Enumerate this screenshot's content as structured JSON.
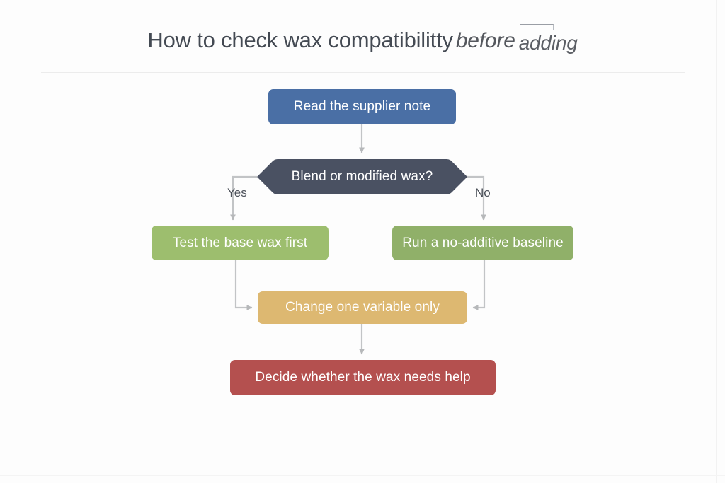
{
  "page": {
    "background_color": "#fdfdfd"
  },
  "header": {
    "title_plain": "How to check wax compatibilitty",
    "title_emphasis_1": "before",
    "title_emphasis_2": "adding",
    "title_full": "How to check wax compatibilitty before adding",
    "rule_color": "#ececec"
  },
  "chart_data": {
    "type": "diagram",
    "diagram_kind": "flowchart",
    "title": "How to check wax compatibilitty before adding",
    "orientation": "top-to-bottom",
    "nodes": [
      {
        "id": "read",
        "label": "Read the supplier note",
        "shape": "rounded-rectangle",
        "color": "#4a6fa5",
        "text_color": "#ffffff"
      },
      {
        "id": "blend",
        "label": "Blend or modified wax?",
        "shape": "hexagon",
        "color": "#4a5162",
        "text_color": "#ffffff"
      },
      {
        "id": "test",
        "label": "Test the base wax first",
        "shape": "rounded-rectangle",
        "color": "#9dbe6e",
        "text_color": "#ffffff"
      },
      {
        "id": "run",
        "label": "Run a no-additive baseline",
        "shape": "rounded-rectangle",
        "color": "#90b069",
        "text_color": "#ffffff"
      },
      {
        "id": "change",
        "label": "Change one variable only",
        "shape": "rounded-rectangle",
        "color": "#ddb871",
        "text_color": "#ffffff"
      },
      {
        "id": "decide",
        "label": "Decide whether the wax needs help",
        "shape": "rounded-rectangle",
        "color": "#b4504f",
        "text_color": "#ffffff"
      }
    ],
    "edges": [
      {
        "from": "read",
        "to": "blend",
        "label": "",
        "style": "straight-arrow"
      },
      {
        "from": "blend",
        "to": "test",
        "label": "Yes",
        "style": "elbow-arrow"
      },
      {
        "from": "blend",
        "to": "run",
        "label": "No",
        "style": "elbow-arrow"
      },
      {
        "from": "test",
        "to": "change",
        "label": "",
        "style": "elbow-arrow"
      },
      {
        "from": "run",
        "to": "change",
        "label": "",
        "style": "elbow-arrow"
      },
      {
        "from": "change",
        "to": "decide",
        "label": "",
        "style": "straight-arrow"
      }
    ],
    "edge_labels": {
      "yes": "Yes",
      "no": "No"
    },
    "connector_color": "#b6b8ba"
  }
}
